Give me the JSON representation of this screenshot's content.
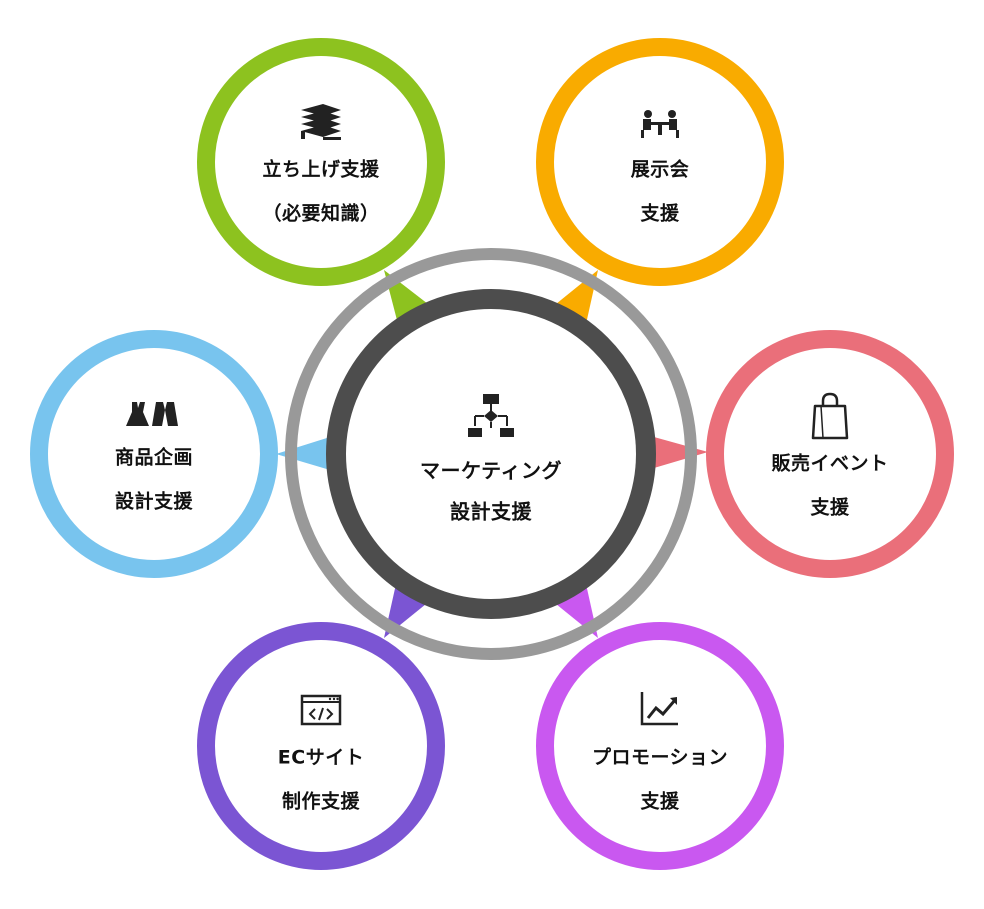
{
  "center": {
    "line1": "マーケティング",
    "line2": "設計支援",
    "icon": "flowchart-icon",
    "outer_ring_color": "#999999",
    "inner_ring_color": "#4d4d4d"
  },
  "nodes": [
    {
      "id": "startup",
      "line1": "立ち上げ支援",
      "line2": "（必要知識）",
      "icon": "books-icon",
      "color": "#8dc21f"
    },
    {
      "id": "exhibition",
      "line1": "展示会",
      "line2": "支援",
      "icon": "meeting-icon",
      "color": "#f9ab00"
    },
    {
      "id": "sales-event",
      "line1": "販売イベント",
      "line2": "支援",
      "icon": "shopping-bag-icon",
      "color": "#ea6f7a"
    },
    {
      "id": "promotion",
      "line1": "プロモーション",
      "line2": "支援",
      "icon": "line-chart-icon",
      "color": "#c958f0"
    },
    {
      "id": "ec-site",
      "line1": "ECサイト",
      "line2": "制作支援",
      "icon": "code-window-icon",
      "color": "#7b55d3"
    },
    {
      "id": "product-planning",
      "line1": "商品企画",
      "line2": "設計支援",
      "icon": "apparel-icon",
      "color": "#78c4ee"
    }
  ]
}
